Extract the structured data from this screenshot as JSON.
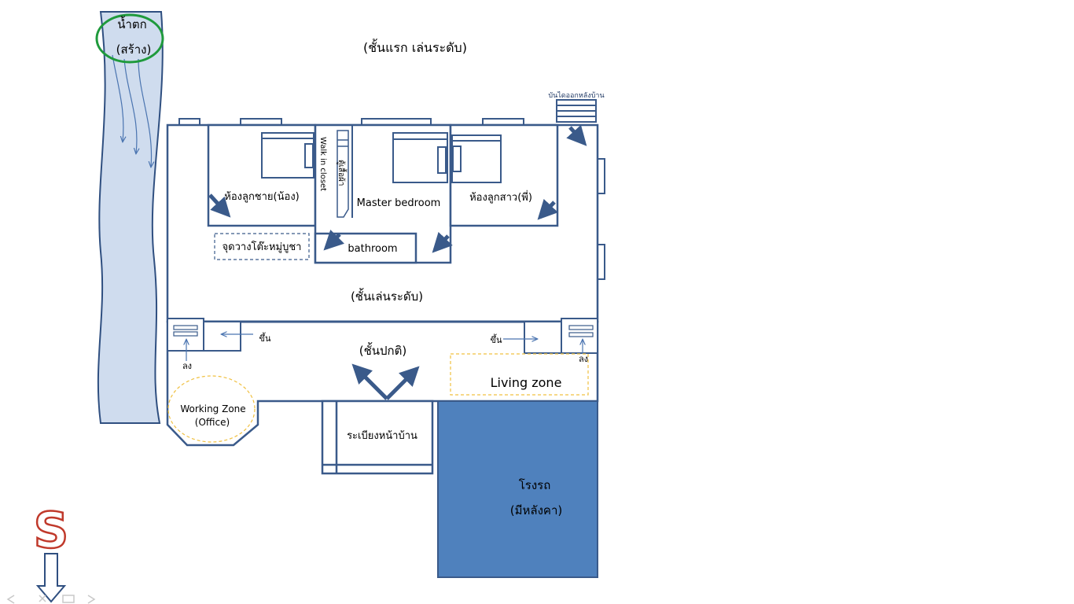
{
  "labels": {
    "waterfall_line1": "น้ำตก",
    "waterfall_line2": "(สร้าง)",
    "first_floor_title": "(ชั้นแรก เล่นระดับ)",
    "back_stairs": "บันไดออกหลังบ้าน",
    "walk_in_closet": "Walk in closet",
    "wardrobe": "ตู้เสื้อผ้า",
    "master_bedroom": "Master bedroom",
    "son_room": "ห้องลูกชาย(น้อง)",
    "daughter_room": "ห้องลูกสาว(พี่)",
    "altar_spot": "จุดวางโต๊ะหมู่บูชา",
    "bathroom": "bathroom",
    "split_level": "(ชั้นเล่นระดับ)",
    "up_left": "ขึ้น",
    "up_right": "ขึ้น",
    "down_left": "ลง",
    "down_right": "ลง",
    "normal_level": "(ชั้นปกติ)",
    "living_zone": "Living zone",
    "working_zone_line1": "Working Zone",
    "working_zone_line2": "(Office)",
    "front_terrace": "ระเบียงหน้าบ้าน",
    "garage_line1": "โรงรถ",
    "garage_line2": "(มีหลังคา)",
    "south_marker": "S"
  },
  "colors": {
    "wall": "#3a5a8a",
    "water_fill": "#cfdcee",
    "water_edge": "#2f4f80",
    "circle": "#1f9a3c",
    "garage": "#4f81bd",
    "zone_dash": "#f0c040",
    "south_letter": "#c0392b"
  },
  "icons": {
    "arrows": "thick-direction-arrow",
    "south": "south-arrow-icon",
    "nav": "slide-nav-icons"
  }
}
